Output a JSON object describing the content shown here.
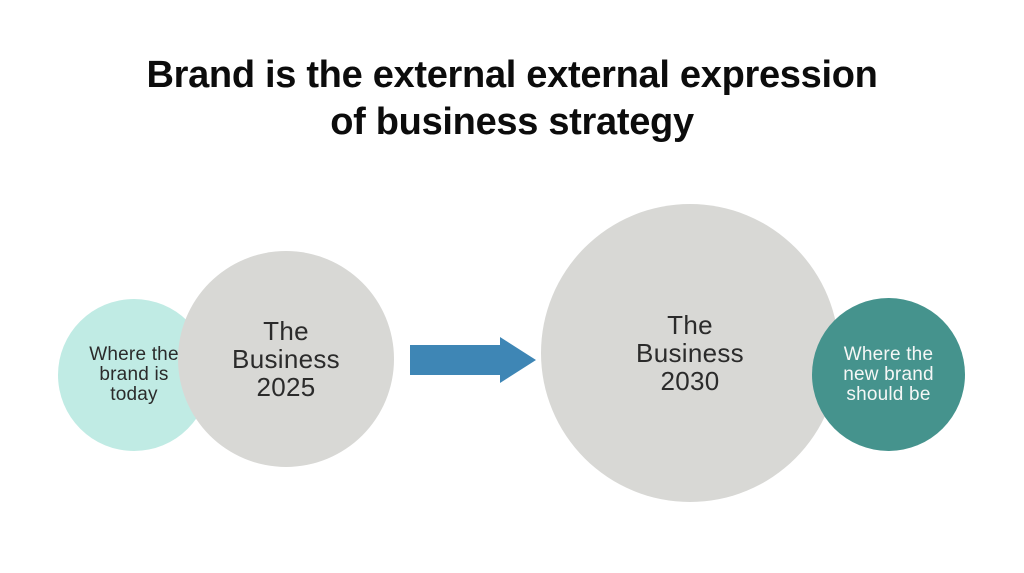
{
  "title": {
    "line1": "Brand is the external external expression",
    "line2": "of business strategy"
  },
  "colors": {
    "background": "#ffffff",
    "title_text": "#0c0c0c",
    "body_text": "#2b2b2b",
    "light_text": "#f4f7f6",
    "light_teal_circle": "#c0ebe4",
    "gray_circle": "#d8d8d5",
    "dark_teal_circle": "#45938d",
    "arrow_blue": "#3e86b5"
  },
  "diagram": {
    "current_brand": {
      "lines": [
        "Where the",
        "brand is",
        "today"
      ]
    },
    "business_2025": {
      "lines": [
        "The",
        "Business",
        "2025"
      ]
    },
    "business_2030": {
      "lines": [
        "The",
        "Business",
        "2030"
      ]
    },
    "future_brand": {
      "lines": [
        "Where the",
        "new brand",
        "should be"
      ]
    }
  }
}
